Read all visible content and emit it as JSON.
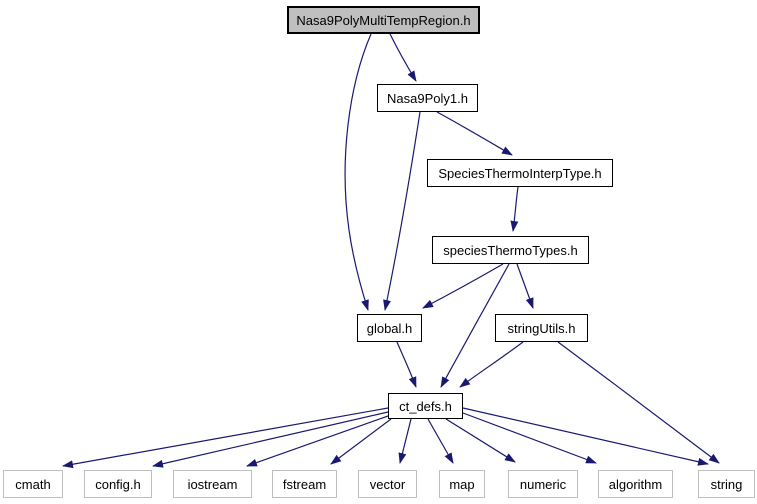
{
  "colors": {
    "edge": "#191970",
    "node_border": "#000000",
    "external_node_border": "#bfbfbf",
    "root_fill": "#bfbfbf",
    "node_fill": "#ffffff",
    "text": "#000000",
    "background": "#ffffff"
  },
  "nodes": [
    {
      "id": "root",
      "label": "Nasa9PolyMultiTempRegion.h",
      "kind": "root"
    },
    {
      "id": "nasa9poly1",
      "label": "Nasa9Poly1.h",
      "kind": "internal"
    },
    {
      "id": "interp",
      "label": "SpeciesThermoInterpType.h",
      "kind": "internal"
    },
    {
      "id": "types",
      "label": "speciesThermoTypes.h",
      "kind": "internal"
    },
    {
      "id": "global",
      "label": "global.h",
      "kind": "internal"
    },
    {
      "id": "stringutils",
      "label": "stringUtils.h",
      "kind": "internal"
    },
    {
      "id": "ctdefs",
      "label": "ct_defs.h",
      "kind": "internal"
    },
    {
      "id": "cmath",
      "label": "cmath",
      "kind": "external"
    },
    {
      "id": "config",
      "label": "config.h",
      "kind": "external"
    },
    {
      "id": "iostream",
      "label": "iostream",
      "kind": "external"
    },
    {
      "id": "fstream",
      "label": "fstream",
      "kind": "external"
    },
    {
      "id": "vector",
      "label": "vector",
      "kind": "external"
    },
    {
      "id": "map",
      "label": "map",
      "kind": "external"
    },
    {
      "id": "numeric",
      "label": "numeric",
      "kind": "external"
    },
    {
      "id": "algorithm",
      "label": "algorithm",
      "kind": "external"
    },
    {
      "id": "string",
      "label": "string",
      "kind": "external"
    }
  ],
  "edges": [
    {
      "from": "Nasa9PolyMultiTempRegion.h",
      "to": "Nasa9Poly1.h"
    },
    {
      "from": "Nasa9PolyMultiTempRegion.h",
      "to": "global.h"
    },
    {
      "from": "Nasa9Poly1.h",
      "to": "global.h"
    },
    {
      "from": "Nasa9Poly1.h",
      "to": "SpeciesThermoInterpType.h"
    },
    {
      "from": "SpeciesThermoInterpType.h",
      "to": "speciesThermoTypes.h"
    },
    {
      "from": "speciesThermoTypes.h",
      "to": "global.h"
    },
    {
      "from": "speciesThermoTypes.h",
      "to": "stringUtils.h"
    },
    {
      "from": "speciesThermoTypes.h",
      "to": "ct_defs.h"
    },
    {
      "from": "global.h",
      "to": "ct_defs.h"
    },
    {
      "from": "stringUtils.h",
      "to": "ct_defs.h"
    },
    {
      "from": "stringUtils.h",
      "to": "string"
    },
    {
      "from": "ct_defs.h",
      "to": "cmath"
    },
    {
      "from": "ct_defs.h",
      "to": "config.h"
    },
    {
      "from": "ct_defs.h",
      "to": "iostream"
    },
    {
      "from": "ct_defs.h",
      "to": "fstream"
    },
    {
      "from": "ct_defs.h",
      "to": "vector"
    },
    {
      "from": "ct_defs.h",
      "to": "map"
    },
    {
      "from": "ct_defs.h",
      "to": "numeric"
    },
    {
      "from": "ct_defs.h",
      "to": "algorithm"
    },
    {
      "from": "ct_defs.h",
      "to": "string"
    }
  ]
}
